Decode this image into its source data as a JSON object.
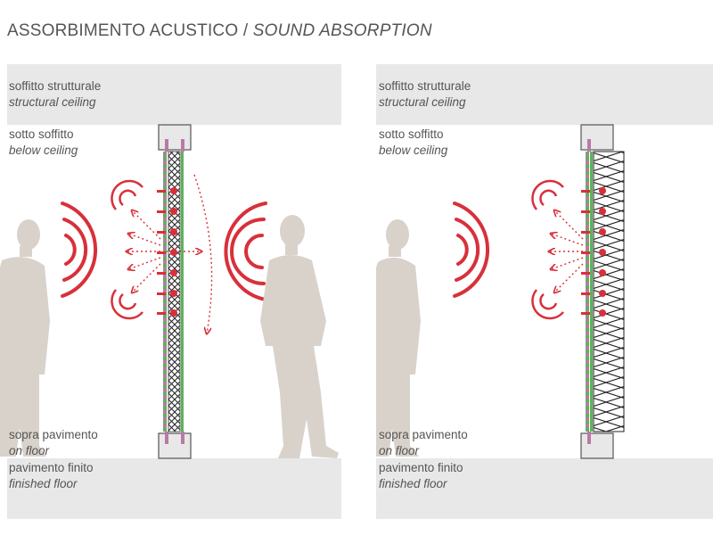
{
  "title": {
    "it": "ASSORBIMENTO ACUSTICO /",
    "en": "SOUND ABSORPTION"
  },
  "labels": {
    "ceiling_it": "soffitto strutturale",
    "ceiling_en": "structural ceiling",
    "below_it": "sotto soffitto",
    "below_en": "below ceiling",
    "onfloor_it": "sopra pavimento",
    "onfloor_en": "on floor",
    "floor_it": "pavimento finito",
    "floor_en": "finished floor"
  },
  "colors": {
    "band": "#e8e8e8",
    "figure": "#d8d2cb",
    "sound": "#d8303a",
    "panel_green": "#5db35a",
    "panel_violet": "#b97aa6",
    "frame": "#555555",
    "text": "#555555"
  },
  "panels": [
    {
      "id": "left",
      "variant": "single-wall-with-transmission"
    },
    {
      "id": "right",
      "variant": "wall-with-insulation"
    }
  ]
}
